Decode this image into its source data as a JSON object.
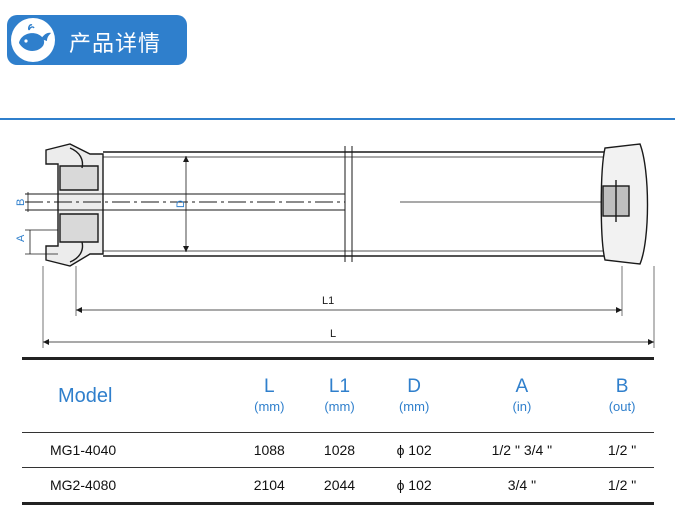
{
  "header": {
    "title": "产品详情",
    "logo_icon": "whale-logo-icon",
    "accent_color": "#2f7fcc"
  },
  "drawing": {
    "dimension_labels": {
      "b": "B",
      "a": "A",
      "d": "D",
      "l1": "L1",
      "l": "L"
    }
  },
  "table": {
    "columns": [
      {
        "label": "Model",
        "unit": ""
      },
      {
        "label": "L",
        "unit": "(mm)"
      },
      {
        "label": "L1",
        "unit": "(mm)"
      },
      {
        "label": "D",
        "unit": "(mm)"
      },
      {
        "label": "A",
        "unit": "(in)"
      },
      {
        "label": "B",
        "unit": "(out)"
      }
    ],
    "rows": [
      [
        "MG1-4040",
        "1088",
        "1028",
        "ϕ 102",
        "1/2 \"  3/4 \"",
        "1/2 \""
      ],
      [
        "MG2-4080",
        "2104",
        "2044",
        "ϕ 102",
        "3/4 \"",
        "1/2 \""
      ]
    ]
  }
}
